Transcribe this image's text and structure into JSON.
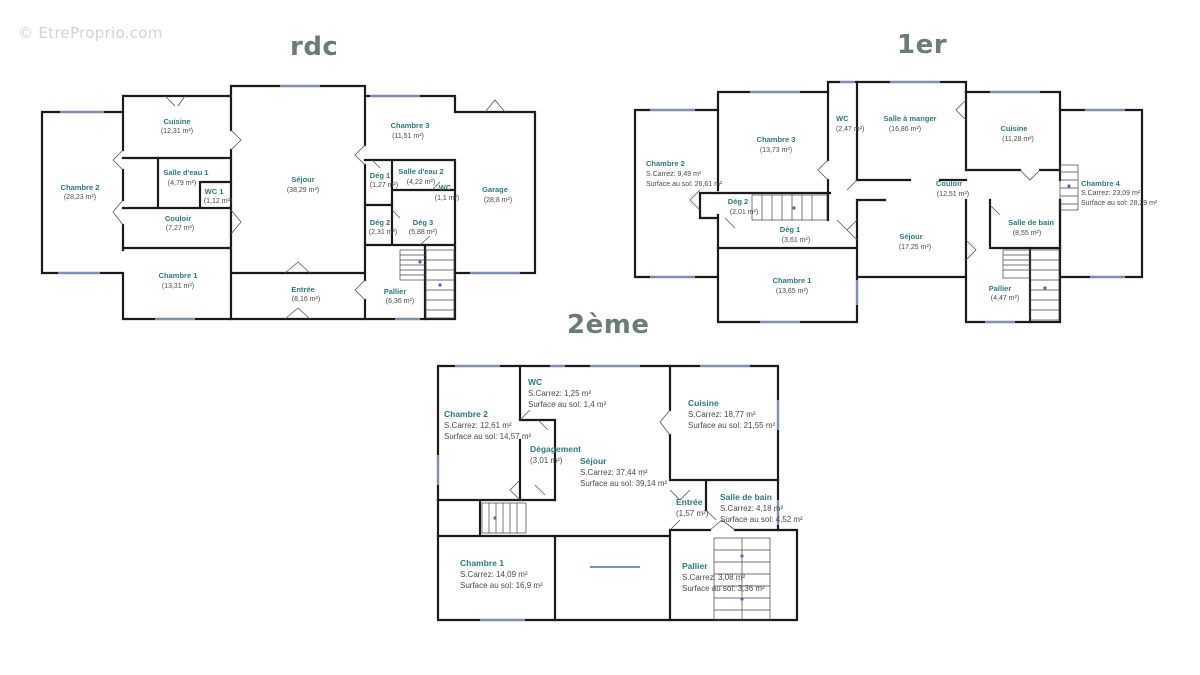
{
  "watermark": "© EtreProprio.com",
  "floors": {
    "rdc": {
      "title": "rdc",
      "rooms": [
        {
          "name": "Chambre 2",
          "area": "(28,23 m²)"
        },
        {
          "name": "Cuisine",
          "area": "(12,31 m²)"
        },
        {
          "name": "Salle d'eau 1",
          "area": "(4,79 m²)"
        },
        {
          "name": "WC 1",
          "area": "(1,12 m²)"
        },
        {
          "name": "Couloir",
          "area": "(7,27 m²)"
        },
        {
          "name": "Chambre 1",
          "area": "(13,31 m²)"
        },
        {
          "name": "Séjour",
          "area": "(38,29 m²)"
        },
        {
          "name": "Entrée",
          "area": "(8,16 m²)"
        },
        {
          "name": "Chambre 3",
          "area": "(11,51 m²)"
        },
        {
          "name": "Dég 1",
          "area": "(1,27 m²)"
        },
        {
          "name": "Salle d'eau 2",
          "area": "(4,22 m²)"
        },
        {
          "name": "WC",
          "area": "(1,1 m²)"
        },
        {
          "name": "Dég 2",
          "area": "(2,31 m²)"
        },
        {
          "name": "Dég 3",
          "area": "(5,88 m²)"
        },
        {
          "name": "Pallier",
          "area": "(6,36 m²)"
        },
        {
          "name": "Garage",
          "area": "(28,8 m²)"
        }
      ]
    },
    "premier": {
      "title": "1er",
      "rooms": [
        {
          "name": "Chambre 2",
          "line1": "S.Carrez: 9,49 m²",
          "line2": "Surface au sol: 26,61 m²"
        },
        {
          "name": "Chambre 3",
          "area": "(13,73 m²)"
        },
        {
          "name": "WC",
          "area": "(2,47 m²)"
        },
        {
          "name": "Salle à manger",
          "area": "(16,86 m²)"
        },
        {
          "name": "Cuisine",
          "area": "(11,28 m²)"
        },
        {
          "name": "Chambre 4",
          "line1": "S.Carrez: 23,09 m²",
          "line2": "Surface au sol: 28,29 m²"
        },
        {
          "name": "Dég 2",
          "area": "(2,01 m²)"
        },
        {
          "name": "Dég 1",
          "area": "(3,61 m²)"
        },
        {
          "name": "Couloir",
          "area": "(12,51 m²)"
        },
        {
          "name": "Salle de bain",
          "area": "(8,55 m²)"
        },
        {
          "name": "Séjour",
          "area": "(17,25 m²)"
        },
        {
          "name": "Chambre 1",
          "area": "(13,65 m²)"
        },
        {
          "name": "Pallier",
          "area": "(4,47 m²)"
        }
      ]
    },
    "deuxieme": {
      "title": "2ème",
      "rooms": [
        {
          "name": "WC",
          "line1": "S.Carrez: 1,25 m²",
          "line2": "Surface au sol: 1,4 m²"
        },
        {
          "name": "Chambre 2",
          "line1": "S.Carrez: 12,61 m²",
          "line2": "Surface au sol: 14,57 m²"
        },
        {
          "name": "Dégagement",
          "area": "(3,01 m²)"
        },
        {
          "name": "Séjour",
          "line1": "S.Carrez: 37,44 m²",
          "line2": "Surface au sol: 39,14 m²"
        },
        {
          "name": "Cuisine",
          "line1": "S.Carrez: 18,77 m²",
          "line2": "Surface au sol: 21,55 m²"
        },
        {
          "name": "Entrée",
          "area": "(1,57 m²)"
        },
        {
          "name": "Salle de bain",
          "line1": "S.Carrez: 4,18 m²",
          "line2": "Surface au sol: 4,52 m²"
        },
        {
          "name": "Chambre 1",
          "line1": "S.Carrez: 14,09 m²",
          "line2": "Surface au sol: 16,9 m²"
        },
        {
          "name": "Pallier",
          "line1": "S.Carrez: 3,08 m²",
          "line2": "Surface au sol: 3,36 m²"
        }
      ]
    }
  }
}
